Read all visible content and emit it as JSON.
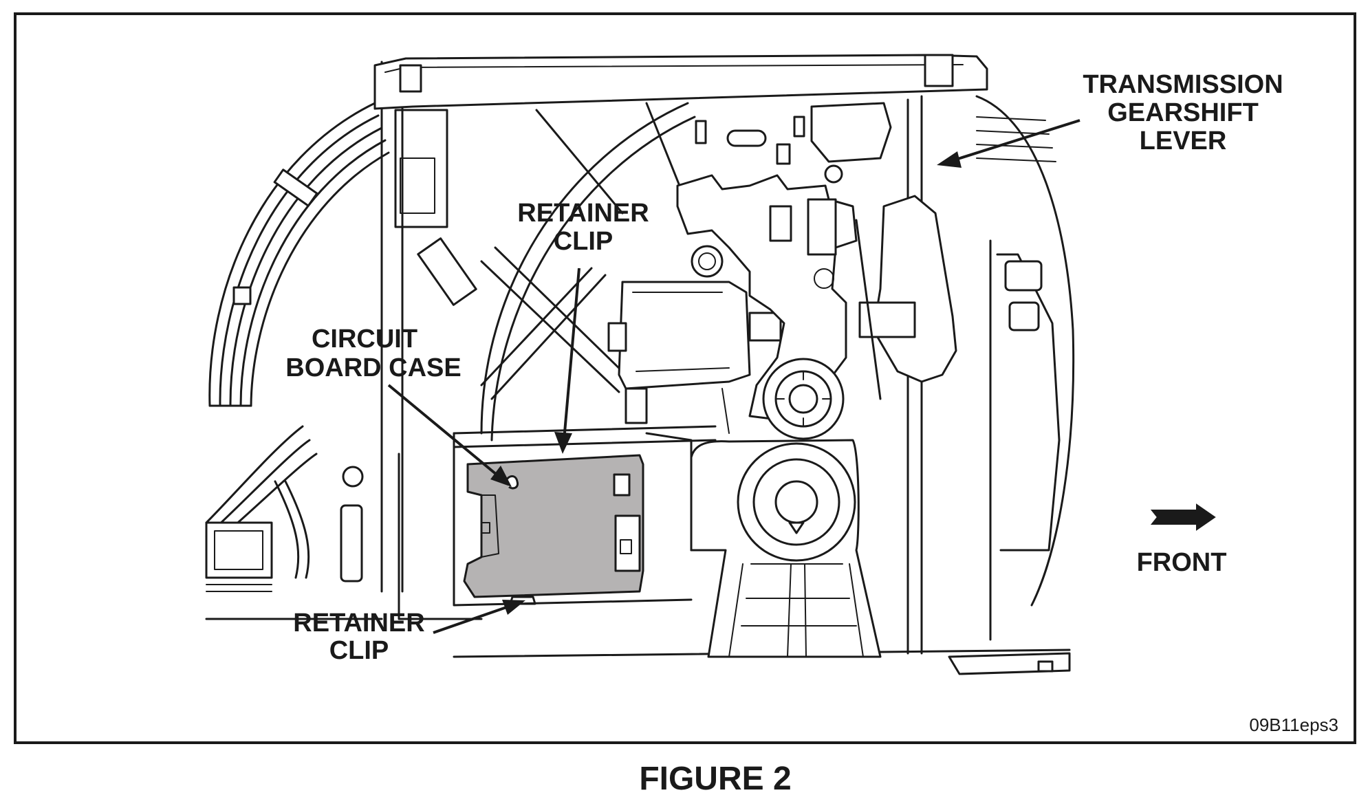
{
  "labels": {
    "transmission_gearshift_lever": [
      "TRANSMISSION",
      "GEARSHIFT",
      "LEVER"
    ],
    "retainer_clip_top": [
      "RETAINER",
      "CLIP"
    ],
    "circuit_board_case": [
      "CIRCUIT",
      "BOARD CASE"
    ],
    "retainer_clip_bottom": [
      "RETAINER",
      "CLIP"
    ],
    "front": "FRONT"
  },
  "image_code": "09B11eps3",
  "caption": "FIGURE 2",
  "colors": {
    "line": "#1a1a1a",
    "circuit_board_case_fill": "#b5b3b3",
    "background": "#ffffff"
  }
}
